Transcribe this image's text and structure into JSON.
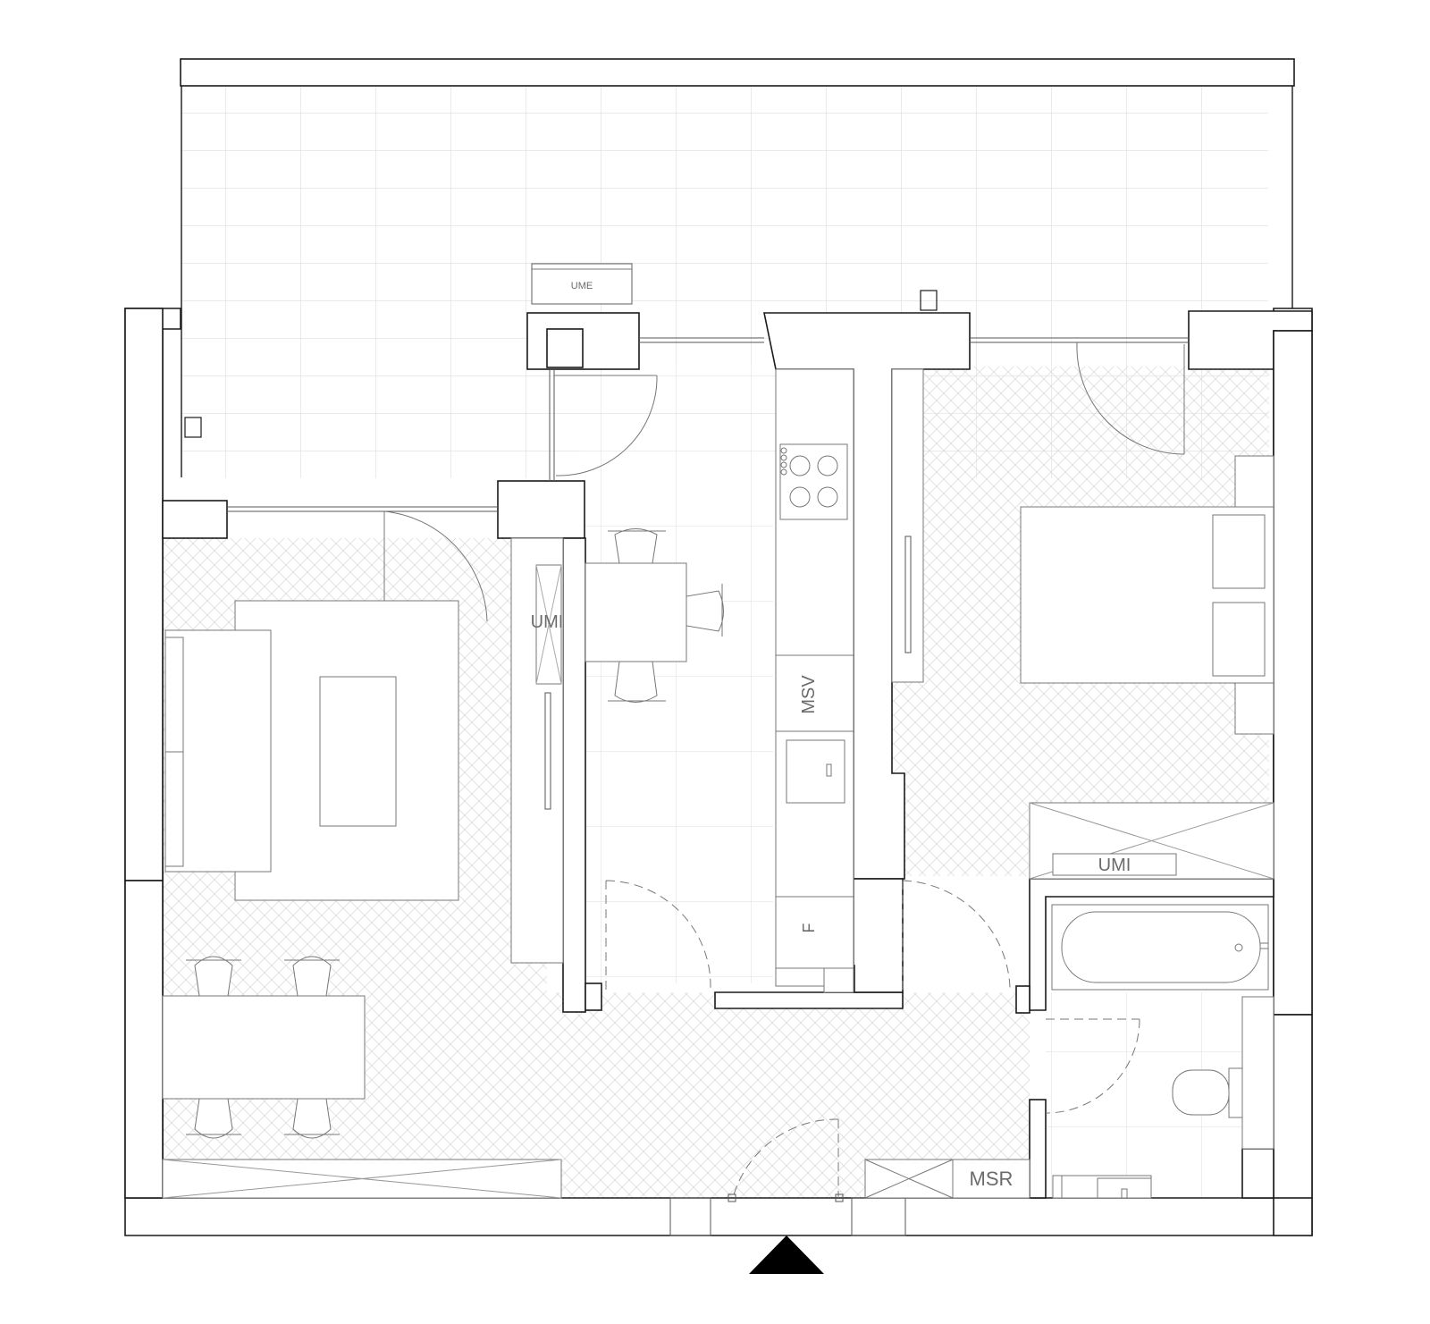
{
  "floorplan": {
    "labels": {
      "ume": "UME",
      "umi_living": "UMI",
      "umi_bedroom": "UMI",
      "msv": "MSV",
      "fridge": "F",
      "msr": "MSR"
    },
    "colors": {
      "wall": "#1a1a1a",
      "line": "#777777",
      "grid": "#cfcfcf",
      "hatch": "#e6e6e6",
      "label": "#6b6b6b",
      "entrance": "#000000"
    },
    "icons": {
      "entrance": "entrance-triangle-icon"
    }
  }
}
